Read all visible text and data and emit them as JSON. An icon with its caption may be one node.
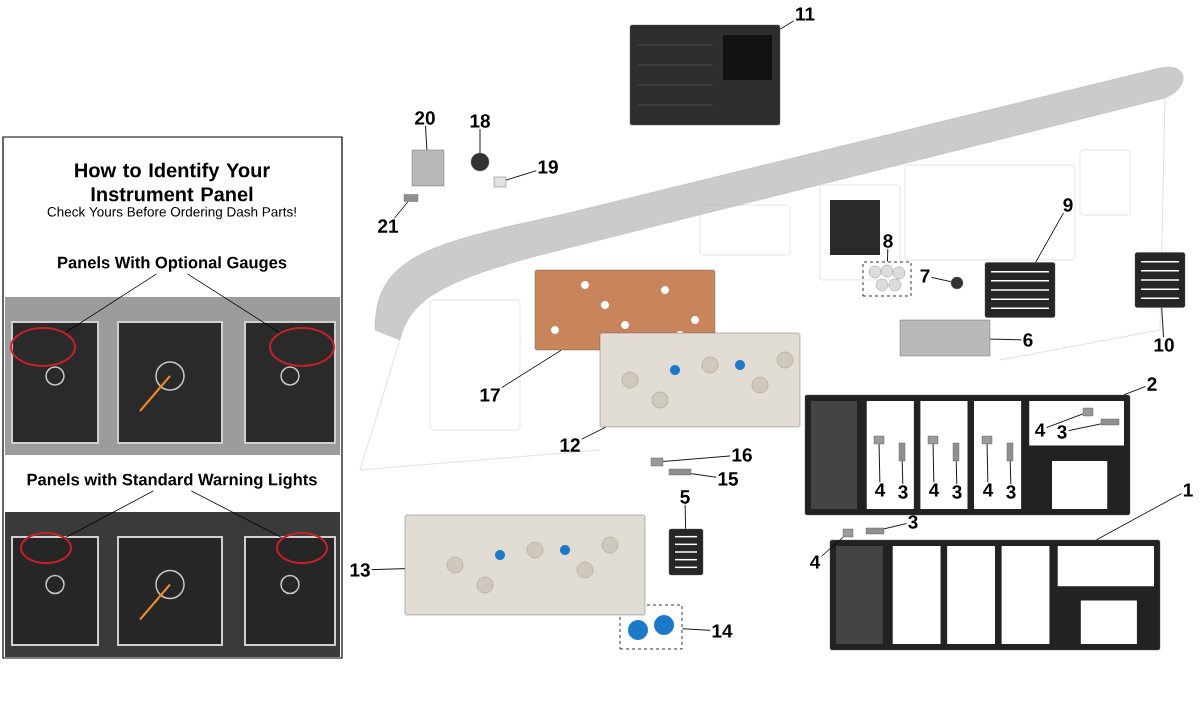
{
  "diagram": {
    "nodes": [
      {
        "text": [
          "How to Identify Your Instrument Panel",
          "Check Yours Before Ordering Dash Parts!"
        ]
      },
      {
        "text": [
          "Panels With Optional Gauges"
        ],
        "in": 0
      },
      {
        "text": [],
        "shape": "circle",
        "in": 0
      },
      {
        "text": [],
        "shape": "circle",
        "in": 0
      },
      {
        "text": [
          "Panels with Standard Warning Lights"
        ],
        "in": 0
      },
      {
        "text": [],
        "shape": "circle",
        "in": 0
      },
      {
        "text": [],
        "shape": "circle",
        "in": 0
      },
      {
        "text": [
          "11"
        ]
      },
      {
        "text": [],
        "shape": "picture"
      },
      {
        "text": [
          "20"
        ]
      },
      {
        "text": [],
        "shape": "box"
      },
      {
        "text": [
          "18"
        ]
      },
      {
        "text": [],
        "shape": "circle"
      },
      {
        "text": [
          "19"
        ]
      },
      {
        "text": [],
        "shape": "box"
      },
      {
        "text": [
          "21"
        ]
      },
      {
        "text": [],
        "shape": "box"
      },
      {
        "text": [
          "8"
        ]
      },
      {
        "text": [],
        "shape": "picture"
      },
      {
        "text": [
          "9"
        ]
      },
      {
        "text": [],
        "shape": "picture"
      },
      {
        "text": [
          "7"
        ]
      },
      {
        "text": [],
        "shape": "circle"
      },
      {
        "text": [
          "10"
        ]
      },
      {
        "text": [],
        "shape": "picture"
      },
      {
        "text": [
          "6"
        ]
      },
      {
        "text": [],
        "shape": "box"
      },
      {
        "text": [
          "17"
        ]
      },
      {
        "text": [],
        "shape": "picture"
      },
      {
        "text": [
          "12"
        ]
      },
      {
        "text": [],
        "shape": "picture"
      },
      {
        "text": [
          "16"
        ]
      },
      {
        "text": [],
        "shape": "box"
      },
      {
        "text": [
          "15"
        ]
      },
      {
        "text": [],
        "shape": "box"
      },
      {
        "text": [
          "5"
        ]
      },
      {
        "text": [],
        "shape": "picture"
      },
      {
        "text": [
          "14"
        ]
      },
      {
        "text": [],
        "shape": "picture"
      },
      {
        "text": [
          "13"
        ]
      },
      {
        "text": [],
        "shape": "picture"
      },
      {
        "text": [
          "2"
        ]
      },
      {
        "text": [],
        "shape": "picture"
      },
      {
        "text": [
          "1"
        ]
      },
      {
        "text": [],
        "shape": "picture"
      },
      {
        "text": [
          "4"
        ],
        "in": 42
      },
      {
        "text": [
          "3"
        ],
        "in": 42
      },
      {
        "text": [],
        "shape": "box",
        "in": 42
      },
      {
        "text": [],
        "shape": "box",
        "in": 42
      },
      {
        "text": [
          "4"
        ],
        "in": 42
      },
      {
        "text": [
          "3"
        ],
        "in": 42
      },
      {
        "text": [],
        "shape": "box",
        "in": 42
      },
      {
        "text": [],
        "shape": "box",
        "in": 42
      },
      {
        "text": [
          "4"
        ],
        "in": 42
      },
      {
        "text": [
          "3"
        ],
        "in": 42
      },
      {
        "text": [],
        "shape": "box",
        "in": 42
      },
      {
        "text": [],
        "shape": "box",
        "in": 42
      },
      {
        "text": [
          "4"
        ],
        "in": 42
      },
      {
        "text": [
          "3"
        ],
        "in": 42
      },
      {
        "text": [],
        "shape": "box",
        "in": 42
      },
      {
        "text": [],
        "shape": "box",
        "in": 42
      },
      {
        "text": [
          "4"
        ]
      },
      {
        "text": [
          "3"
        ]
      },
      {
        "text": [],
        "shape": "box"
      },
      {
        "text": [],
        "shape": "box"
      }
    ],
    "edges": [
      {
        "from": 1,
        "to": 2,
        "arrow": "none"
      },
      {
        "from": 1,
        "to": 3,
        "arrow": "none"
      },
      {
        "from": 4,
        "to": 5,
        "arrow": "none"
      },
      {
        "from": 4,
        "to": 6,
        "arrow": "none"
      },
      {
        "from": 7,
        "to": 8,
        "arrow": "none"
      },
      {
        "from": 9,
        "to": 10,
        "arrow": "none"
      },
      {
        "from": 11,
        "to": 12,
        "arrow": "none"
      },
      {
        "from": 13,
        "to": 14,
        "arrow": "none"
      },
      {
        "from": 15,
        "to": 16,
        "arrow": "none"
      },
      {
        "from": 17,
        "to": 18,
        "arrow": "none"
      },
      {
        "from": 19,
        "to": 20,
        "arrow": "none"
      },
      {
        "from": 21,
        "to": 22,
        "arrow": "none"
      },
      {
        "from": 23,
        "to": 24,
        "arrow": "none"
      },
      {
        "from": 25,
        "to": 26,
        "arrow": "none"
      },
      {
        "from": 27,
        "to": 28,
        "arrow": "none"
      },
      {
        "from": 29,
        "to": 30,
        "arrow": "none"
      },
      {
        "from": 31,
        "to": 32,
        "arrow": "none"
      },
      {
        "from": 33,
        "to": 34,
        "arrow": "none"
      },
      {
        "from": 35,
        "to": 36,
        "arrow": "none"
      },
      {
        "from": 37,
        "to": 38,
        "arrow": "none"
      },
      {
        "from": 39,
        "to": 40,
        "arrow": "none"
      },
      {
        "from": 41,
        "to": 42,
        "arrow": "none"
      },
      {
        "from": 43,
        "to": 44,
        "arrow": "none"
      },
      {
        "from": 45,
        "to": 47,
        "arrow": "none"
      },
      {
        "from": 46,
        "to": 48,
        "arrow": "none"
      },
      {
        "from": 49,
        "to": 51,
        "arrow": "none"
      },
      {
        "from": 50,
        "to": 52,
        "arrow": "none"
      },
      {
        "from": 53,
        "to": 55,
        "arrow": "none"
      },
      {
        "from": 54,
        "to": 56,
        "arrow": "none"
      },
      {
        "from": 57,
        "to": 59,
        "arrow": "none"
      },
      {
        "from": 58,
        "to": 60,
        "arrow": "none"
      },
      {
        "from": 61,
        "to": 63,
        "arrow": "none"
      },
      {
        "from": 62,
        "to": 64,
        "arrow": "none"
      }
    ]
  }
}
